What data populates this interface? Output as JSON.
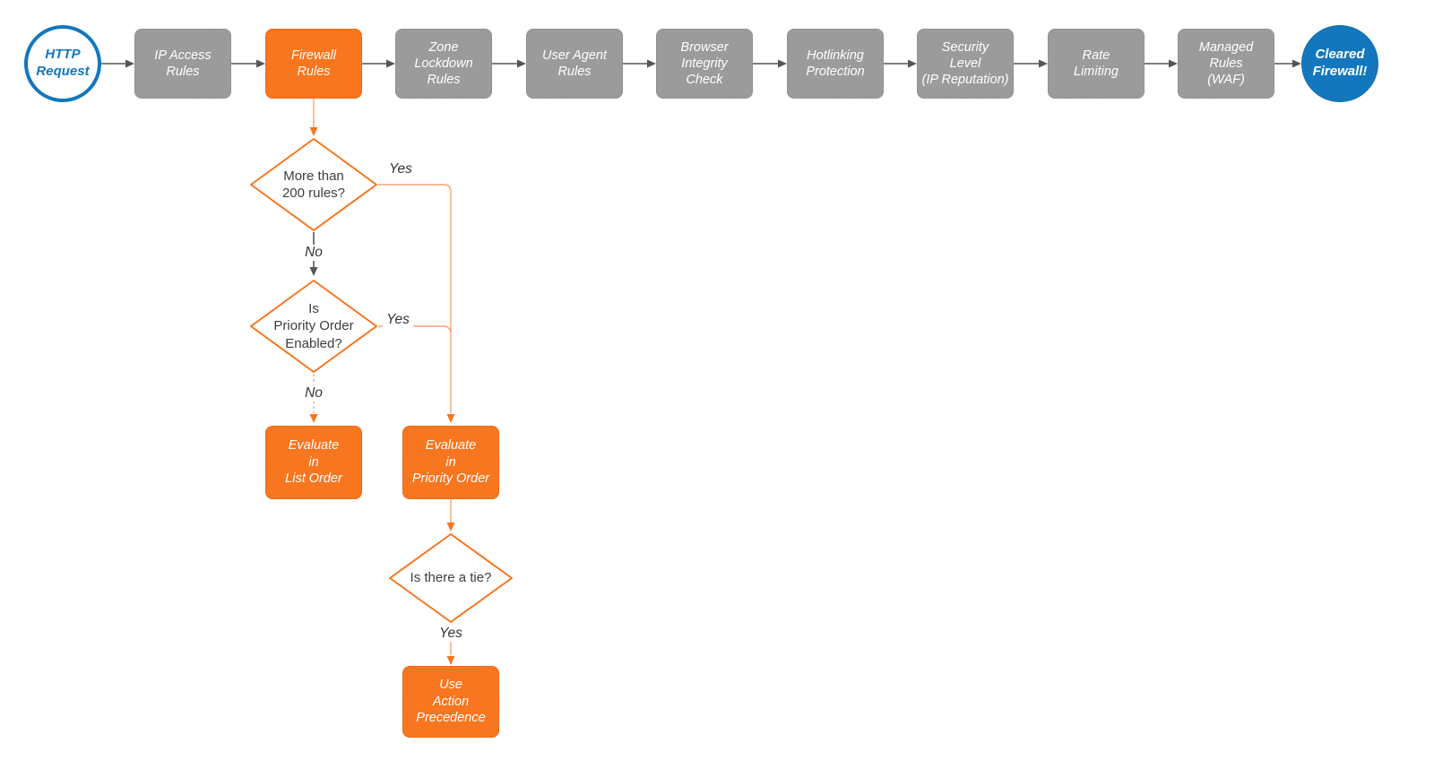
{
  "colors": {
    "orange": "#F7761F",
    "orange_border": "#E8650D",
    "orange_line": "#F9A478",
    "gray_fill": "#9B9B9B",
    "gray_border": "#878787",
    "gray_line": "#555555",
    "blue": "#1377BE",
    "text_dark": "#3D3D3D",
    "label_dark": "#333333",
    "white": "#FFFFFF"
  },
  "start_node": {
    "label": "HTTP\nRequest"
  },
  "end_node": {
    "label": "Cleared\nFirewall!"
  },
  "stages": [
    {
      "label": "IP Access\nRules",
      "type": "gray"
    },
    {
      "label": "Firewall\nRules",
      "type": "orange"
    },
    {
      "label": "Zone\nLockdown\nRules",
      "type": "gray"
    },
    {
      "label": "User Agent\nRules",
      "type": "gray"
    },
    {
      "label": "Browser\nIntegrity\nCheck",
      "type": "gray"
    },
    {
      "label": "Hotlinking\nProtection",
      "type": "gray"
    },
    {
      "label": "Security\nLevel\n(IP Reputation)",
      "type": "gray"
    },
    {
      "label": "Rate\nLimiting",
      "type": "gray"
    },
    {
      "label": "Managed\nRules\n(WAF)",
      "type": "gray"
    }
  ],
  "decisions": {
    "rules_count": {
      "label": "More than\n200 rules?",
      "yes_label": "Yes",
      "no_label": "No"
    },
    "priority_enabled": {
      "label": "Is\nPriority Order\nEnabled?",
      "yes_label": "Yes",
      "no_label": "No"
    },
    "tie": {
      "label": "Is there a tie?",
      "yes_label": "Yes"
    }
  },
  "actions": {
    "list_order": {
      "label": "Evaluate\nin\nList Order"
    },
    "priority_order": {
      "label": "Evaluate\nin\nPriority Order"
    },
    "action_precedence": {
      "label": "Use\nAction\nPrecedence"
    }
  }
}
